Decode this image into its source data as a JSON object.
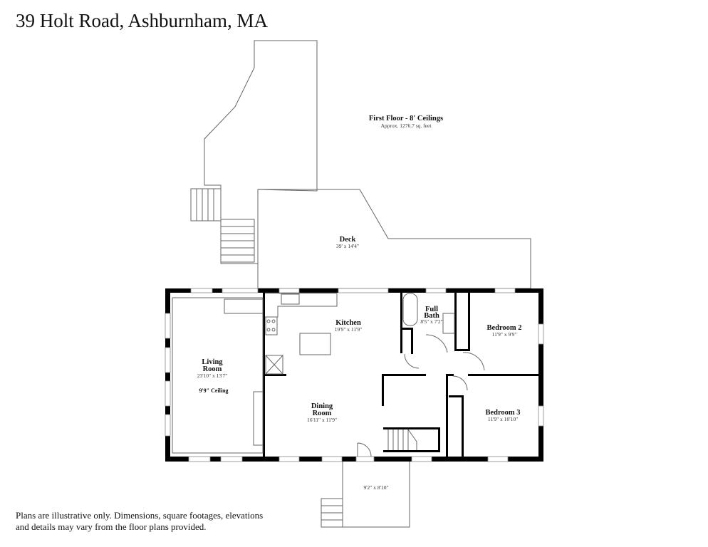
{
  "header": {
    "title": "39 Holt Road, Ashburnham, MA"
  },
  "floor": {
    "name": "First Floor - 8' Ceilings",
    "area": "Approx. 1276.7 sq. feet"
  },
  "rooms": {
    "deck": {
      "name": "Deck",
      "dims": "39' x 14'4\""
    },
    "kitchen": {
      "name": "Kitchen",
      "dims": "19'9\" x 11'9\""
    },
    "full_bath": {
      "name_line1": "Full",
      "name_line2": "Bath",
      "dims": "8'5\" x 7'2\""
    },
    "bedroom2": {
      "name": "Bedroom 2",
      "dims": "11'9\" x 9'9\""
    },
    "living_room": {
      "name_line1": "Living",
      "name_line2": "Room",
      "dims": "23'10\" x 13'7\"",
      "note": "9'9\" Ceiling"
    },
    "dining_room": {
      "name_line1": "Dining",
      "name_line2": "Room",
      "dims": "16'11\" x 11'9\""
    },
    "bedroom3": {
      "name": "Bedroom 3",
      "dims": "11'9\" x 10'10\""
    },
    "porch": {
      "dims": "9'2\" x 8'10\""
    }
  },
  "footer": {
    "disclaimer": "Plans are illustrative only. Dimensions, square footages, elevations and details may vary from the floor plans provided."
  }
}
